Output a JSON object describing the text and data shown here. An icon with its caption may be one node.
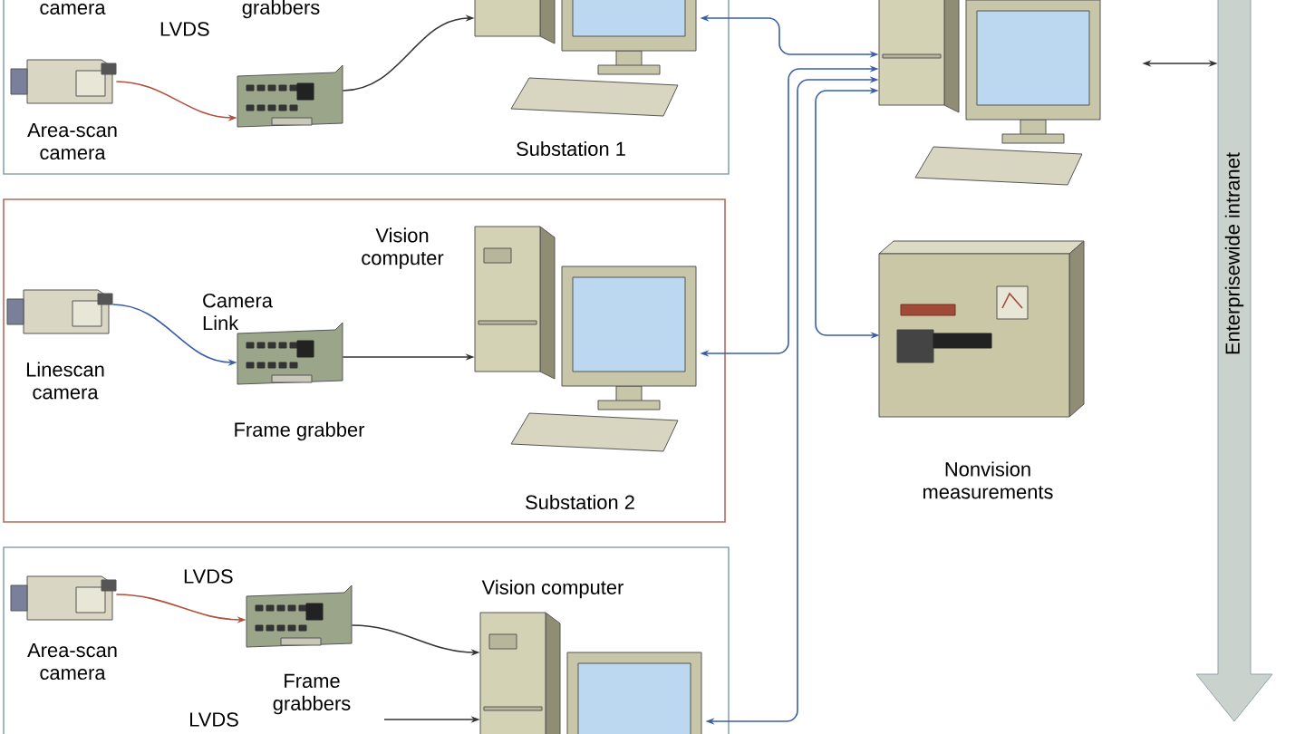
{
  "diagram": {
    "nodes": [
      {
        "text": [
          "Substation 1"
        ]
      },
      {
        "text": [
          "Area-scan camera"
        ],
        "in": 0
      },
      {
        "text": [],
        "shape": "picture",
        "in": 0
      },
      {
        "text": [],
        "shape": "picture",
        "in": 0
      },
      {
        "text": [
          "Substation 2"
        ]
      },
      {
        "text": [
          "Linescan camera"
        ],
        "in": 4
      },
      {
        "text": [
          "Frame grabber"
        ],
        "in": 4
      },
      {
        "text": [
          "Vision computer"
        ],
        "in": 4
      },
      {
        "text": [],
        "shape": "box"
      },
      {
        "text": [
          "Area-scan camera"
        ],
        "in": 8
      },
      {
        "text": [],
        "shape": "picture",
        "in": 8
      },
      {
        "text": [
          "Vision computer"
        ],
        "in": 8
      },
      {
        "text": [],
        "shape": "picture"
      },
      {
        "text": [
          "Nonvision measurements"
        ]
      },
      {
        "text": [
          "Enterprisewide intranet"
        ]
      }
    ],
    "edges": [
      {
        "from": 1,
        "to": 2,
        "arrow": "to",
        "label": "LVDS",
        "color": "#b0503e"
      },
      {
        "from": 2,
        "to": 3,
        "arrow": "to"
      },
      {
        "from": 3,
        "to": 12,
        "arrow": "both",
        "color": "#3a5ca8"
      },
      {
        "from": 5,
        "to": 6,
        "arrow": "to",
        "label": "Camera Link",
        "color": "#3a5ca8"
      },
      {
        "from": 6,
        "to": 7,
        "arrow": "to"
      },
      {
        "from": 7,
        "to": 12,
        "arrow": "both",
        "color": "#3a5ca8"
      },
      {
        "from": 9,
        "to": 10,
        "arrow": "to",
        "label": "LVDS",
        "color": "#b0503e"
      },
      {
        "from": 10,
        "to": 11,
        "arrow": "to"
      },
      {
        "from": 11,
        "to": 12,
        "arrow": "both",
        "color": "#3a5ca8"
      },
      {
        "from": 12,
        "to": 13,
        "arrow": "both",
        "color": "#3a5ca8"
      },
      {
        "from": 12,
        "to": 14,
        "arrow": "both"
      },
      {
        "from": null,
        "to": 11,
        "arrow": "to"
      }
    ],
    "labels": [
      "camera",
      "grabbers",
      "Frame grabbers",
      "LVDS"
    ]
  }
}
